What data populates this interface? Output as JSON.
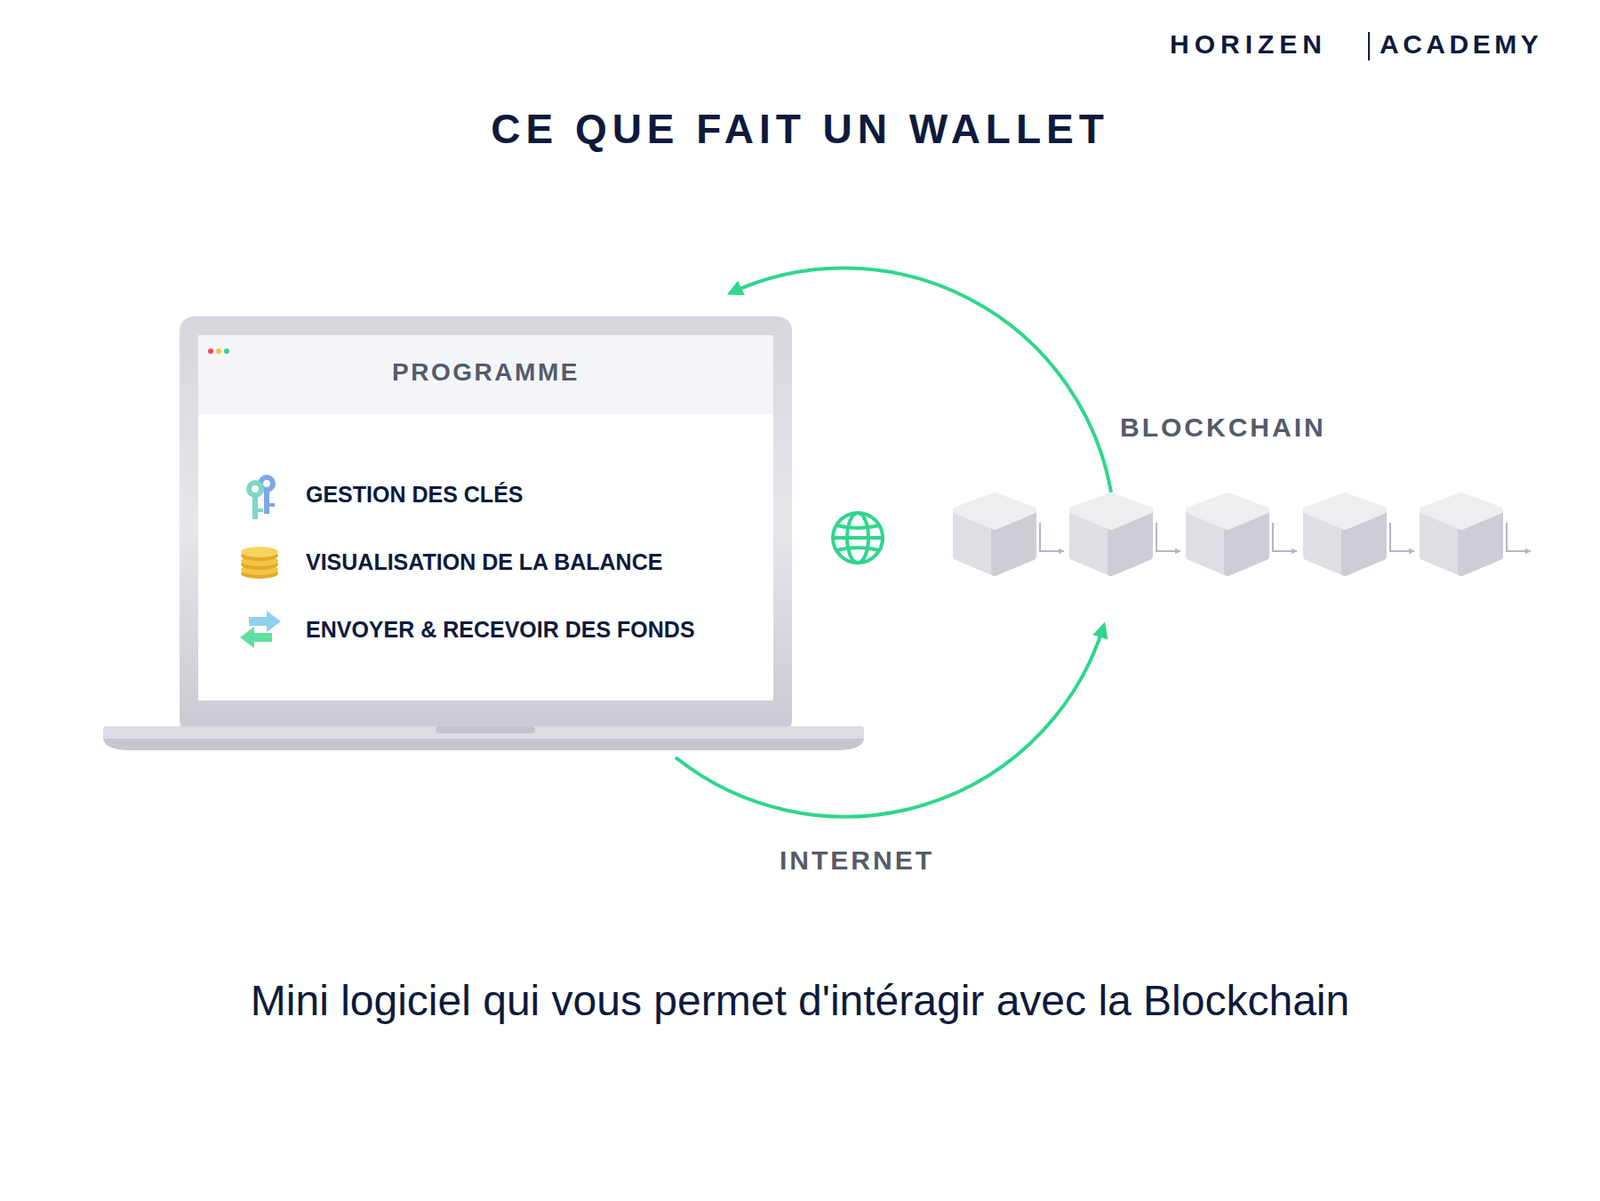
{
  "diagram": {
    "title": "CE QUE FAIT UN WALLET",
    "caption": "Mini logiciel qui vous permet d'intéragir avec la Blockchain",
    "nodes": [
      {
        "text": [
          "PROGRAMME",
          "GESTION DES CLÉS",
          "VISUALISATION DE LA BALANCE",
          "ENVOYER & RECEVOIR DES FONDS"
        ]
      },
      {
        "text": [
          "BLOCKCHAIN"
        ]
      }
    ],
    "edges": [
      {
        "from": 1,
        "to": 0,
        "arrow": "to"
      },
      {
        "from": 0,
        "to": 1,
        "arrow": "to",
        "label": "INTERNET"
      }
    ],
    "labels": [
      "HORIZEN",
      "ACADEMY"
    ]
  }
}
